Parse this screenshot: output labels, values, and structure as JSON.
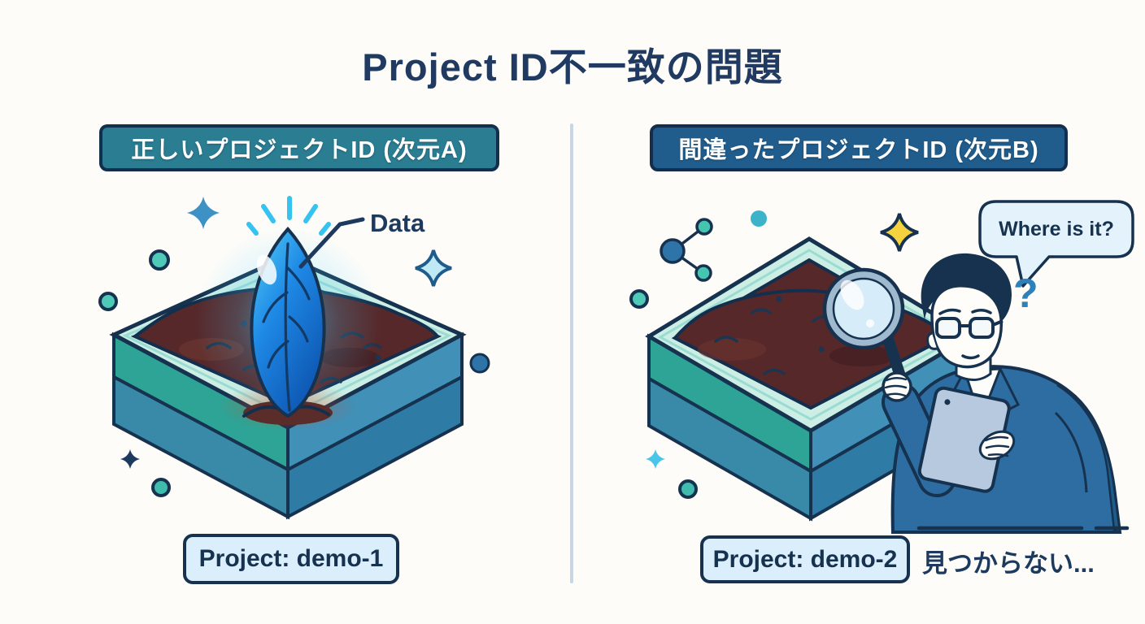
{
  "title": "Project ID不一致の問題",
  "left_panel": {
    "header": "正しいプロジェクトID (次元A)",
    "data_callout": "Data",
    "project_label": "Project: demo-1"
  },
  "right_panel": {
    "header": "間違ったプロジェクトID (次元B)",
    "speech_bubble": "Where is it?",
    "question_mark": "?",
    "project_label": "Project: demo-2",
    "not_found": "見つからない..."
  },
  "colors": {
    "background": "#fdfcf9",
    "title_text": "#203a61",
    "outline_navy": "#16324f",
    "left_header_bg": "#2b7d92",
    "right_header_bg": "#205d8c",
    "header_text": "#ffffff",
    "label_box_bg": "#dbeefb",
    "divider": "#c6d6e4",
    "rim_mint": "#cdeee4",
    "face_teal_upper": "#2da496",
    "face_teal_lower": "#3989a8",
    "face_blue_upper": "#4090b8",
    "face_blue_lower": "#2e7ba6",
    "soil_brown": "#56282a",
    "leaf_blue": "#1e88e5",
    "glow_blue": "#4fc3f7",
    "sparkle_yellow": "#f5d33f",
    "jacket_blue": "#2d6da2",
    "tablet_gray": "#b7c9de",
    "speech_bubble_bg": "#e4f2fb"
  }
}
